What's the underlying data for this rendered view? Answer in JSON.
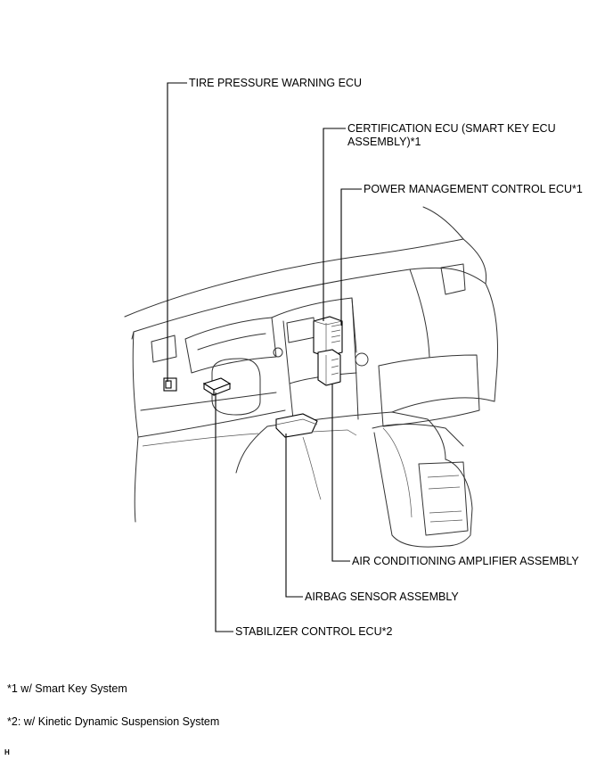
{
  "labels": {
    "tire_pressure": "TIRE PRESSURE WARNING ECU",
    "certification": "CERTIFICATION  ECU (SMART KEY ECU ASSEMBLY)*1",
    "power_management": "POWER MANAGEMENT CONTROL ECU*1",
    "air_conditioning": "AIR CONDITIONING  AMPLIFIER ASSEMBLY",
    "airbag_sensor": "AIRBAG SENSOR ASSEMBLY",
    "stabilizer": "STABILIZER CONTROL ECU*2"
  },
  "notes": {
    "note1": "*1 w/  Smart Key System",
    "note2": "*2: w/ Kinetic Dynamic Suspension System"
  },
  "figure_code": "H"
}
